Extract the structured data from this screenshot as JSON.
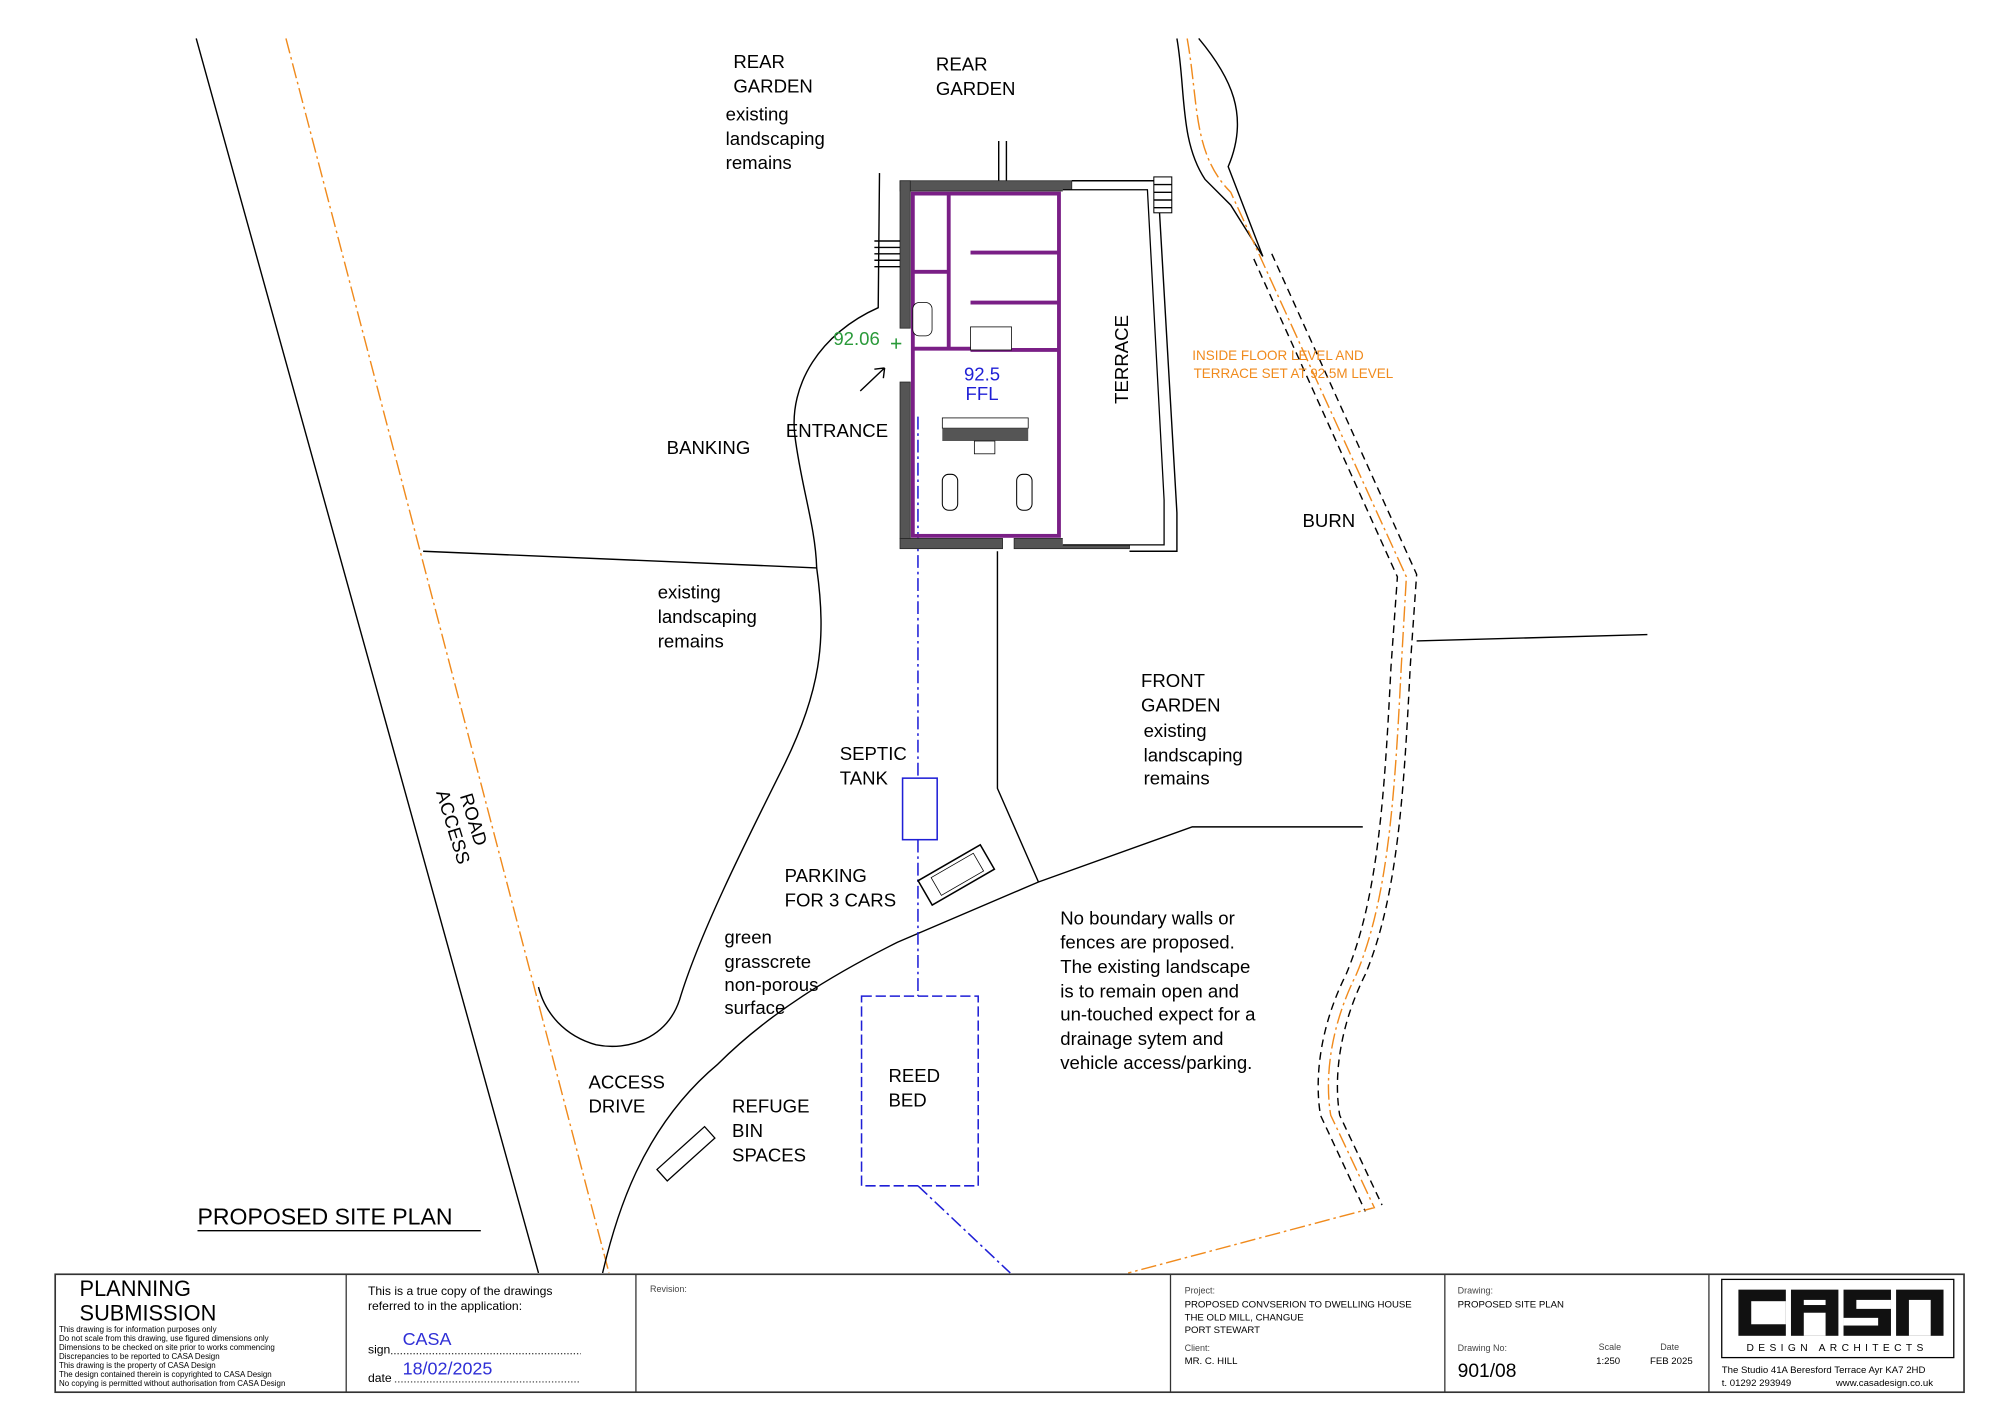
{
  "drawing": {
    "title": "PROPOSED SITE PLAN",
    "labels": {
      "rear_garden_1": [
        "REAR",
        "GARDEN"
      ],
      "rear_garden_note": [
        "existing",
        "landscaping",
        "remains"
      ],
      "rear_garden_2": [
        "REAR",
        "GARDEN"
      ],
      "level_spot": "92.06",
      "ffl": [
        "92.5",
        "FFL"
      ],
      "terrace": "TERRACE",
      "level_note": [
        "INSIDE FLOOR LEVEL AND",
        "TERRACE SET AT 92.5M LEVEL"
      ],
      "entrance": "ENTRANCE",
      "banking": "BANKING",
      "burn": "BURN",
      "landscape_note": [
        "existing",
        "landscaping",
        "remains"
      ],
      "front_garden": [
        "FRONT",
        "GARDEN"
      ],
      "front_garden_note": [
        "existing",
        "landscaping",
        "remains"
      ],
      "septic_tank": [
        "SEPTIC",
        "TANK"
      ],
      "access_road": [
        "ACCESS",
        "ROAD"
      ],
      "parking": [
        "PARKING",
        "FOR 3 CARS"
      ],
      "grasscrete": [
        "green",
        "grasscrete",
        "non-porous",
        "surface"
      ],
      "boundary_note": [
        "No boundary walls or",
        "fences are proposed.",
        "The existing landscape",
        "is to remain open and",
        "un-touched expect for a",
        "drainage sytem and",
        "vehicle access/parking."
      ],
      "access_drive": [
        "ACCESS",
        "DRIVE"
      ],
      "refuge": [
        "REFUGE",
        "BIN",
        "SPACES"
      ],
      "reed_bed": [
        "REED",
        "BED"
      ]
    },
    "colors": {
      "boundary": "#f08a1c",
      "drainage": "#1f1fd6",
      "walls": "#7a1f86",
      "spot_level": "#2a9a3a"
    }
  },
  "title_block": {
    "status": [
      "PLANNING",
      "SUBMISSION"
    ],
    "disclaimers": [
      "This drawing is for information purposes only",
      "Do not scale from this drawing, use figured dimensions only",
      "Dimensions to be checked on site prior to works commencing",
      "Discrepancies to be reported to CASA Design",
      "This drawing is the property of CASA Design",
      "The design contained therein is copyrighted to CASA Design",
      "No copying is permitted without authorisation from CASA Design"
    ],
    "true_copy": [
      "This is a true copy of the drawings",
      "referred to in the application:"
    ],
    "sign_label": "sign",
    "sign_value": "CASA",
    "date_label": "date",
    "date_value": "18/02/2025",
    "revision_label": "Revision:",
    "project_label": "Project:",
    "project": [
      "PROPOSED CONVSERION TO DWELLING HOUSE",
      "THE OLD MILL, CHANGUE",
      "PORT STEWART"
    ],
    "client_label": "Client:",
    "client": "MR. C. HILL",
    "drawing_label": "Drawing:",
    "drawing": "PROPOSED SITE PLAN",
    "drawing_no_label": "Drawing No:",
    "drawing_no": "901/08",
    "scale_label": "Scale",
    "scale": "1:250",
    "date_col_label": "Date",
    "date": "FEB 2025",
    "logo": "CASA",
    "logo_sub": "DESIGN ARCHITECTS",
    "address": "The Studio 41A Beresford Terrace Ayr KA7 2HD",
    "phone": "t. 01292 293949",
    "web": "www.casadesign.co.uk"
  }
}
